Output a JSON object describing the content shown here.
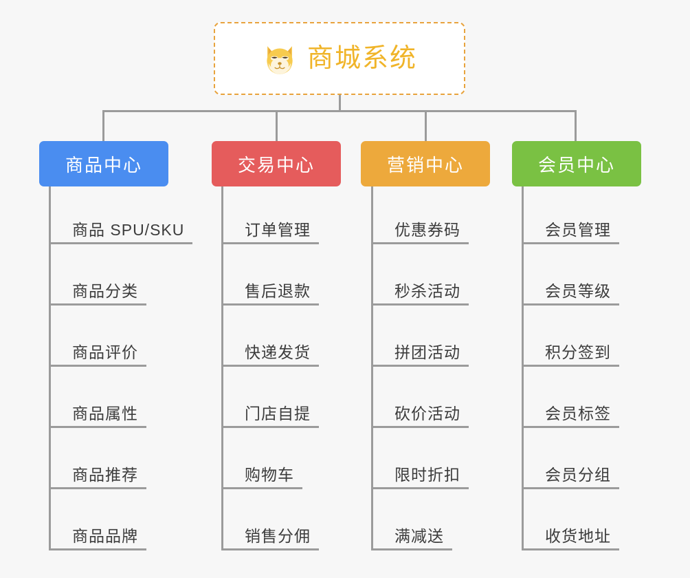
{
  "page": {
    "background_color": "#f7f7f7",
    "line_color": "#9b9b9b",
    "text_color": "#3c3c3c"
  },
  "root": {
    "title": "商城系统",
    "icon": "shiba-dog-icon",
    "border_color": "#e8a33d",
    "title_color": "#f0b429",
    "background_color": "#ffffff"
  },
  "branches": [
    {
      "label": "商品中心",
      "color": "#4a8df0",
      "items": [
        "商品 SPU/SKU",
        "商品分类",
        "商品评价",
        "商品属性",
        "商品推荐",
        "商品品牌"
      ]
    },
    {
      "label": "交易中心",
      "color": "#e55c5c",
      "items": [
        "订单管理",
        "售后退款",
        "快递发货",
        "门店自提",
        "购物车",
        "销售分佣"
      ]
    },
    {
      "label": "营销中心",
      "color": "#eda93c",
      "items": [
        "优惠券码",
        "秒杀活动",
        "拼团活动",
        "砍价活动",
        "限时折扣",
        "满减送"
      ]
    },
    {
      "label": "会员中心",
      "color": "#7ac143",
      "items": [
        "会员管理",
        "会员等级",
        "积分签到",
        "会员标签",
        "会员分组",
        "收货地址"
      ]
    }
  ]
}
